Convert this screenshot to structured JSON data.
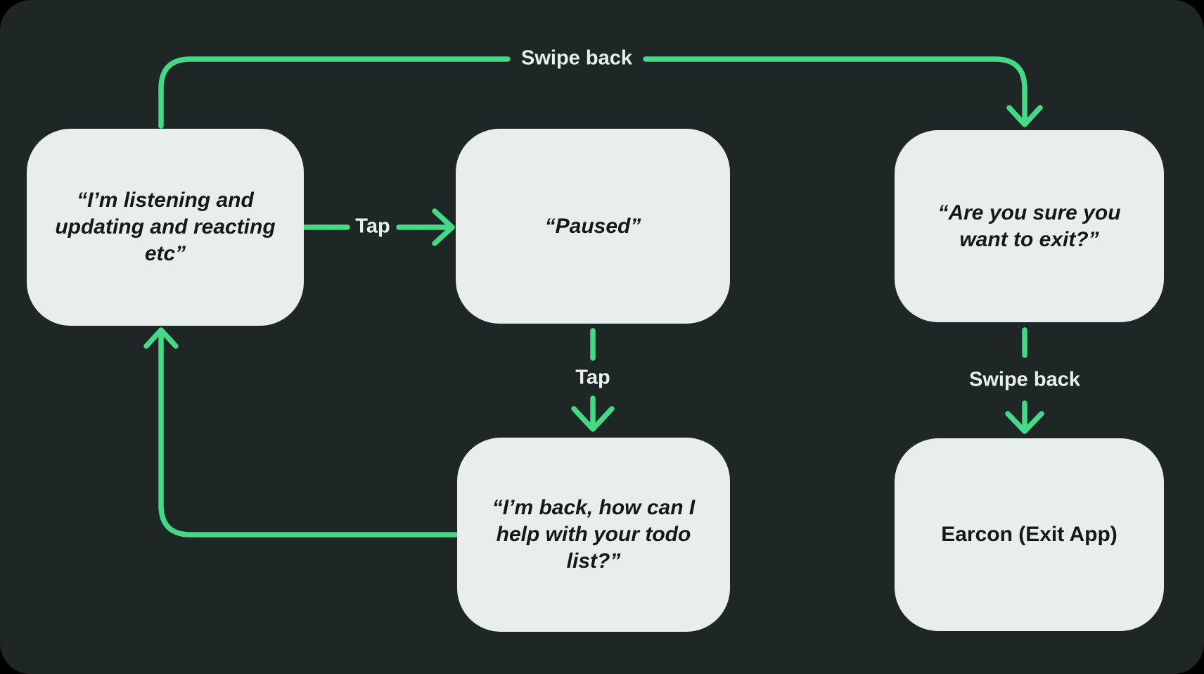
{
  "theme": {
    "outer_bg": "#000000",
    "panel_bg": "#1f2726",
    "node_bg": "#e7eeeb",
    "accent": "#43da86",
    "node_text": "#121a18",
    "label_text": "#e9efed"
  },
  "nodes": [
    {
      "id": "listening",
      "text": "“I’m listening and\nupdating and reacting\netc”"
    },
    {
      "id": "paused",
      "text": "“Paused”"
    },
    {
      "id": "exit-confirm",
      "text": "“Are you sure you\nwant to exit?”"
    },
    {
      "id": "im-back",
      "text": "“I’m back, how can I\nhelp with your todo\nlist?”"
    },
    {
      "id": "earcon",
      "text": "Earcon (Exit App)"
    }
  ],
  "edges": [
    {
      "id": "swipe-back-top",
      "label": "Swipe back",
      "from": "listening",
      "to": "exit-confirm"
    },
    {
      "id": "tap-to-paused",
      "label": "Tap",
      "from": "listening",
      "to": "paused"
    },
    {
      "id": "tap-to-im-back",
      "label": "Tap",
      "from": "paused",
      "to": "im-back"
    },
    {
      "id": "swipe-back-earcon",
      "label": "Swipe back",
      "from": "exit-confirm",
      "to": "earcon"
    },
    {
      "id": "return-loop",
      "label": "",
      "from": "im-back",
      "to": "listening"
    }
  ]
}
